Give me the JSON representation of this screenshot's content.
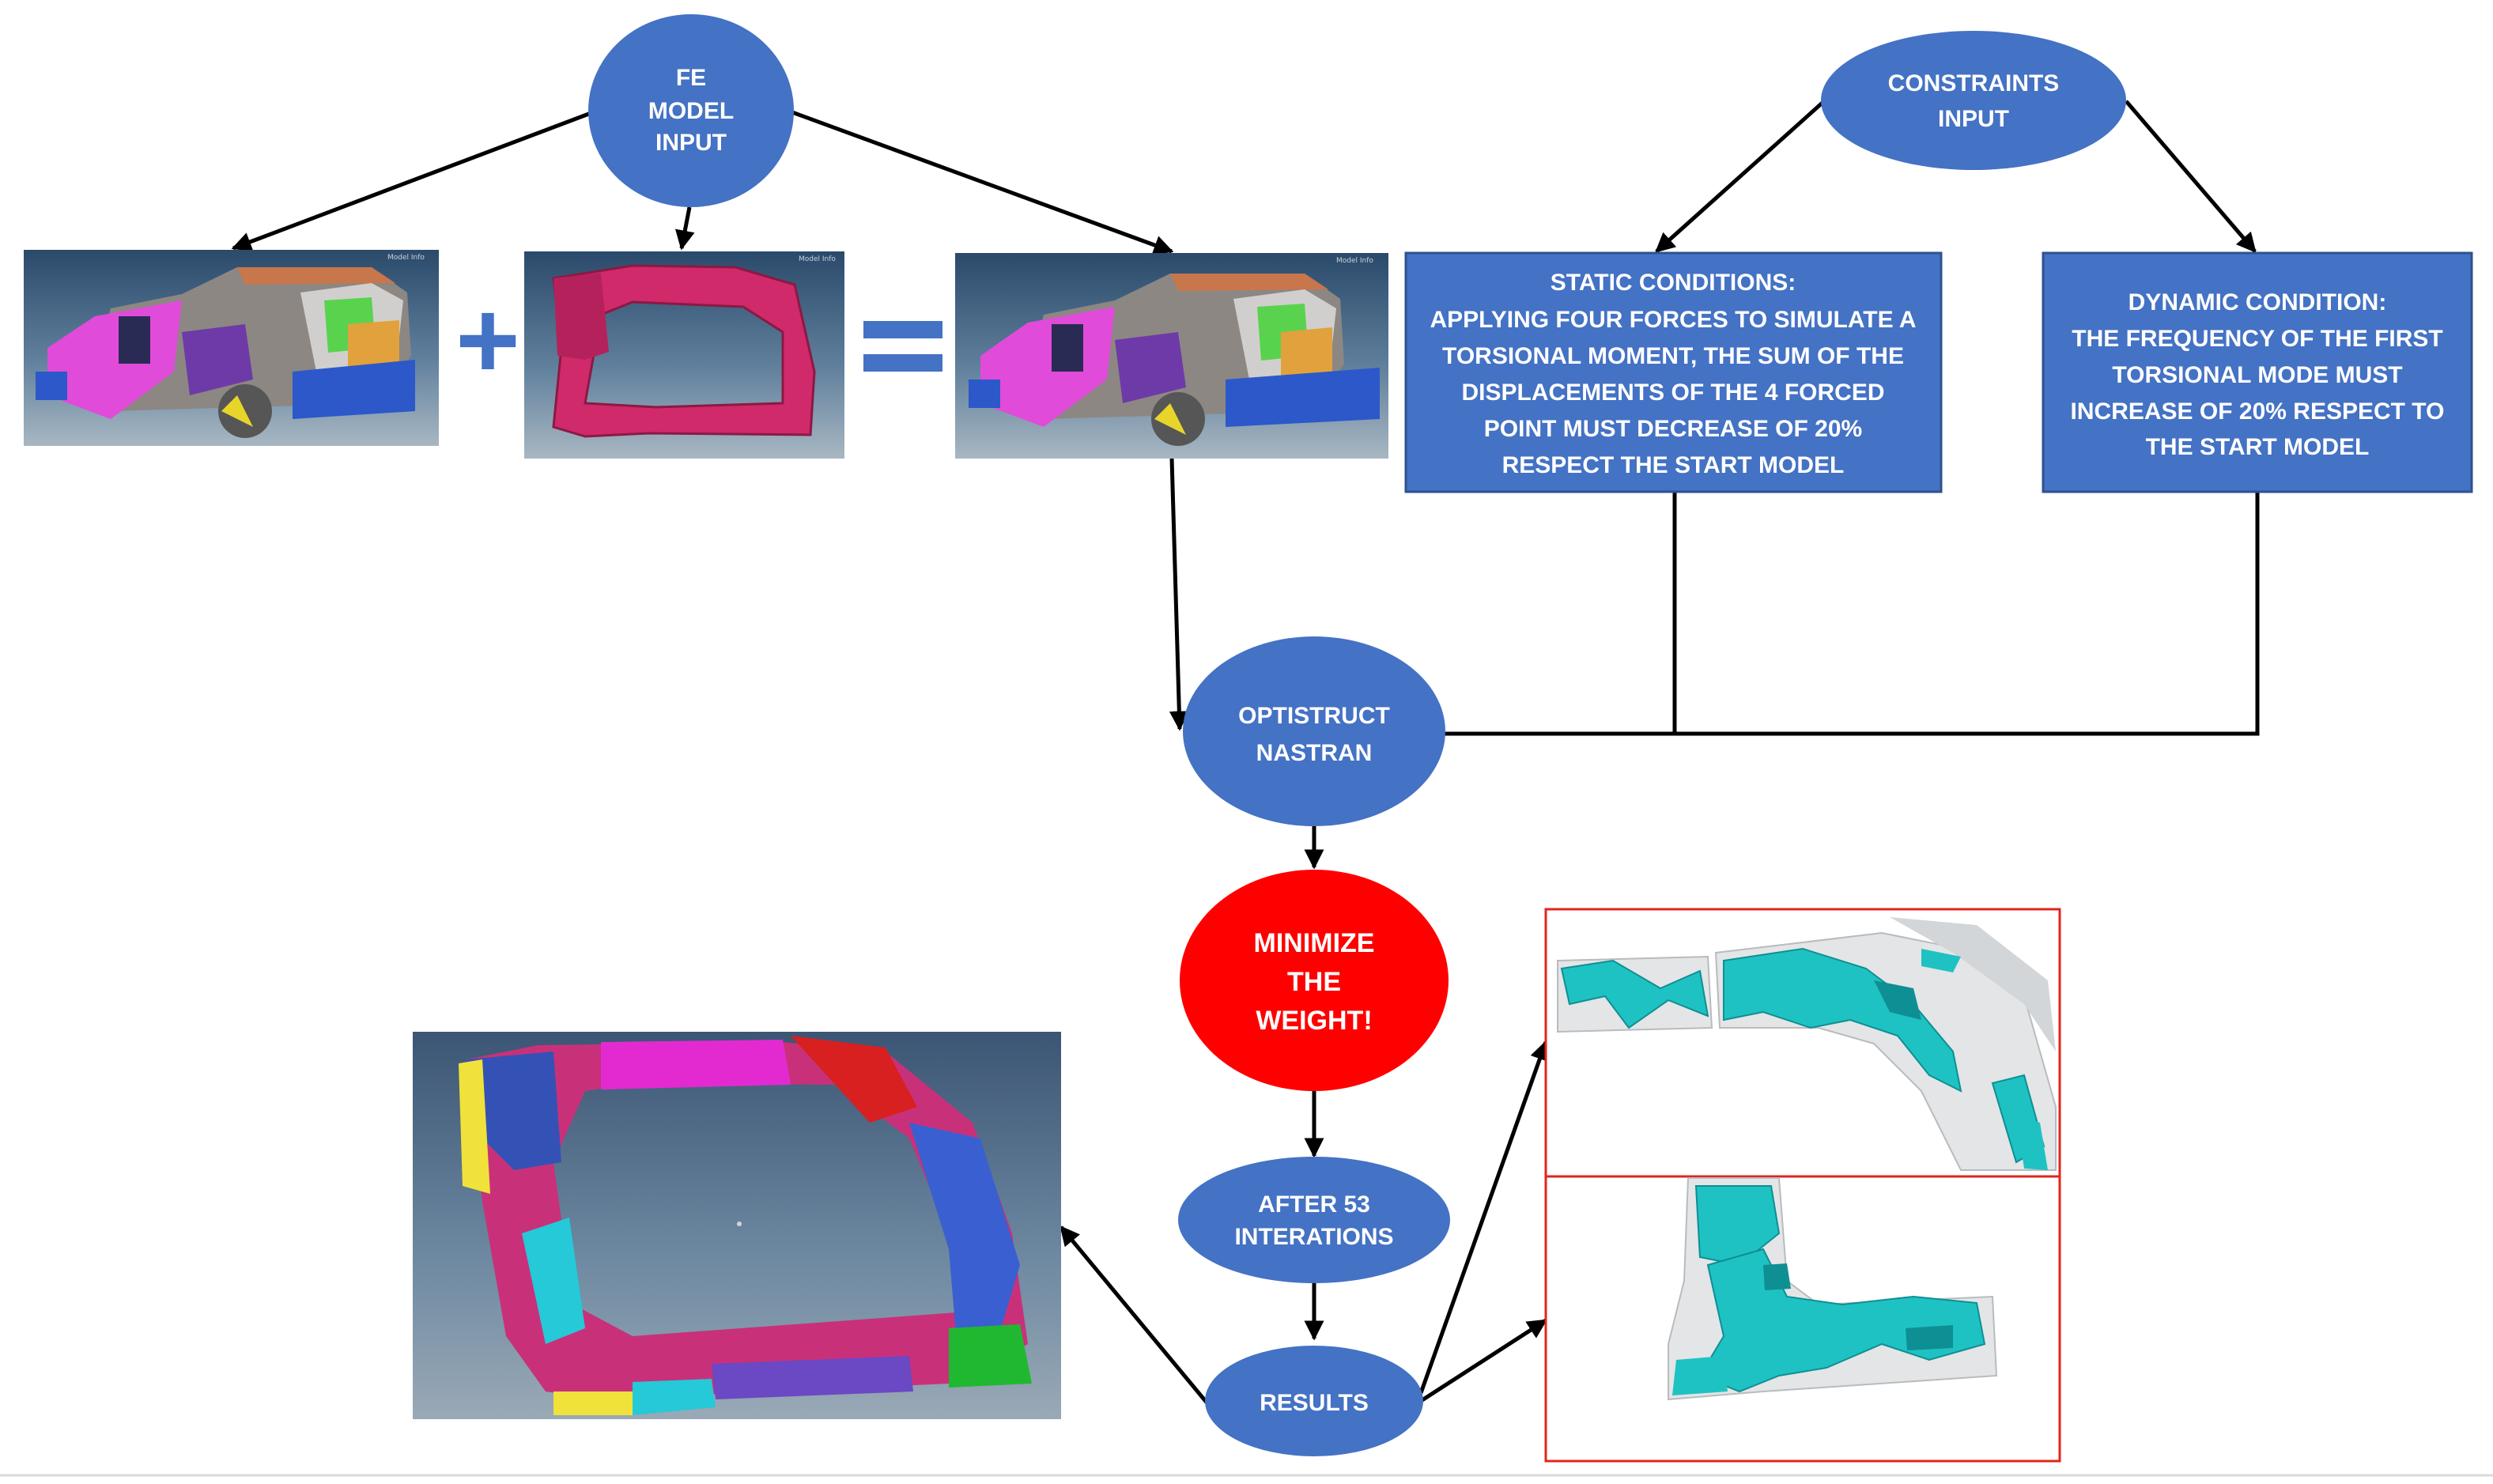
{
  "nodes": {
    "fe_model_input": {
      "lines": [
        "FE",
        "MODEL",
        "INPUT"
      ]
    },
    "constraints_input": {
      "lines": [
        "CONSTRAINTS",
        "INPUT"
      ]
    },
    "optistruct": {
      "lines": [
        "OPTISTRUCT",
        "NASTRAN"
      ]
    },
    "minimize": {
      "lines": [
        "MINIMIZE",
        "THE",
        "WEIGHT!"
      ]
    },
    "iterations": {
      "lines": [
        "AFTER 53",
        "INTERATIONS"
      ]
    },
    "results": {
      "lines": [
        "RESULTS"
      ]
    }
  },
  "boxes": {
    "static": {
      "heading": "STATIC CONDITIONS:",
      "lines": [
        "APPLYING FOUR FORCES TO SIMULATE A",
        "TORSIONAL MOMENT, THE SUM OF THE",
        "DISPLACEMENTS OF THE 4 FORCED",
        "POINT MUST DECREASE OF 20%",
        "RESPECT THE START MODEL"
      ]
    },
    "dynamic": {
      "heading": "DYNAMIC CONDITION:",
      "lines": [
        "THE FREQUENCY OF THE FIRST",
        "TORSIONAL MODE MUST",
        "INCREASE OF 20% RESPECT TO",
        "THE START MODEL"
      ]
    }
  },
  "operators": {
    "plus": "+",
    "equals": "="
  },
  "images": {
    "car_start": "car-body-model-render",
    "ring_reinforcement": "reinforcement-ring-render",
    "car_combined": "car-with-reinforcement-render",
    "optimized_ring": "optimized-reinforcement-ring-render",
    "topology_top": "topology-result-upper-render",
    "topology_bottom": "topology-result-lower-render"
  },
  "colors": {
    "node_blue": "#4472C4",
    "node_red": "#FF0000",
    "box_border": "#2F528F",
    "frame_red": "#E0261E",
    "arrow": "#000000"
  }
}
